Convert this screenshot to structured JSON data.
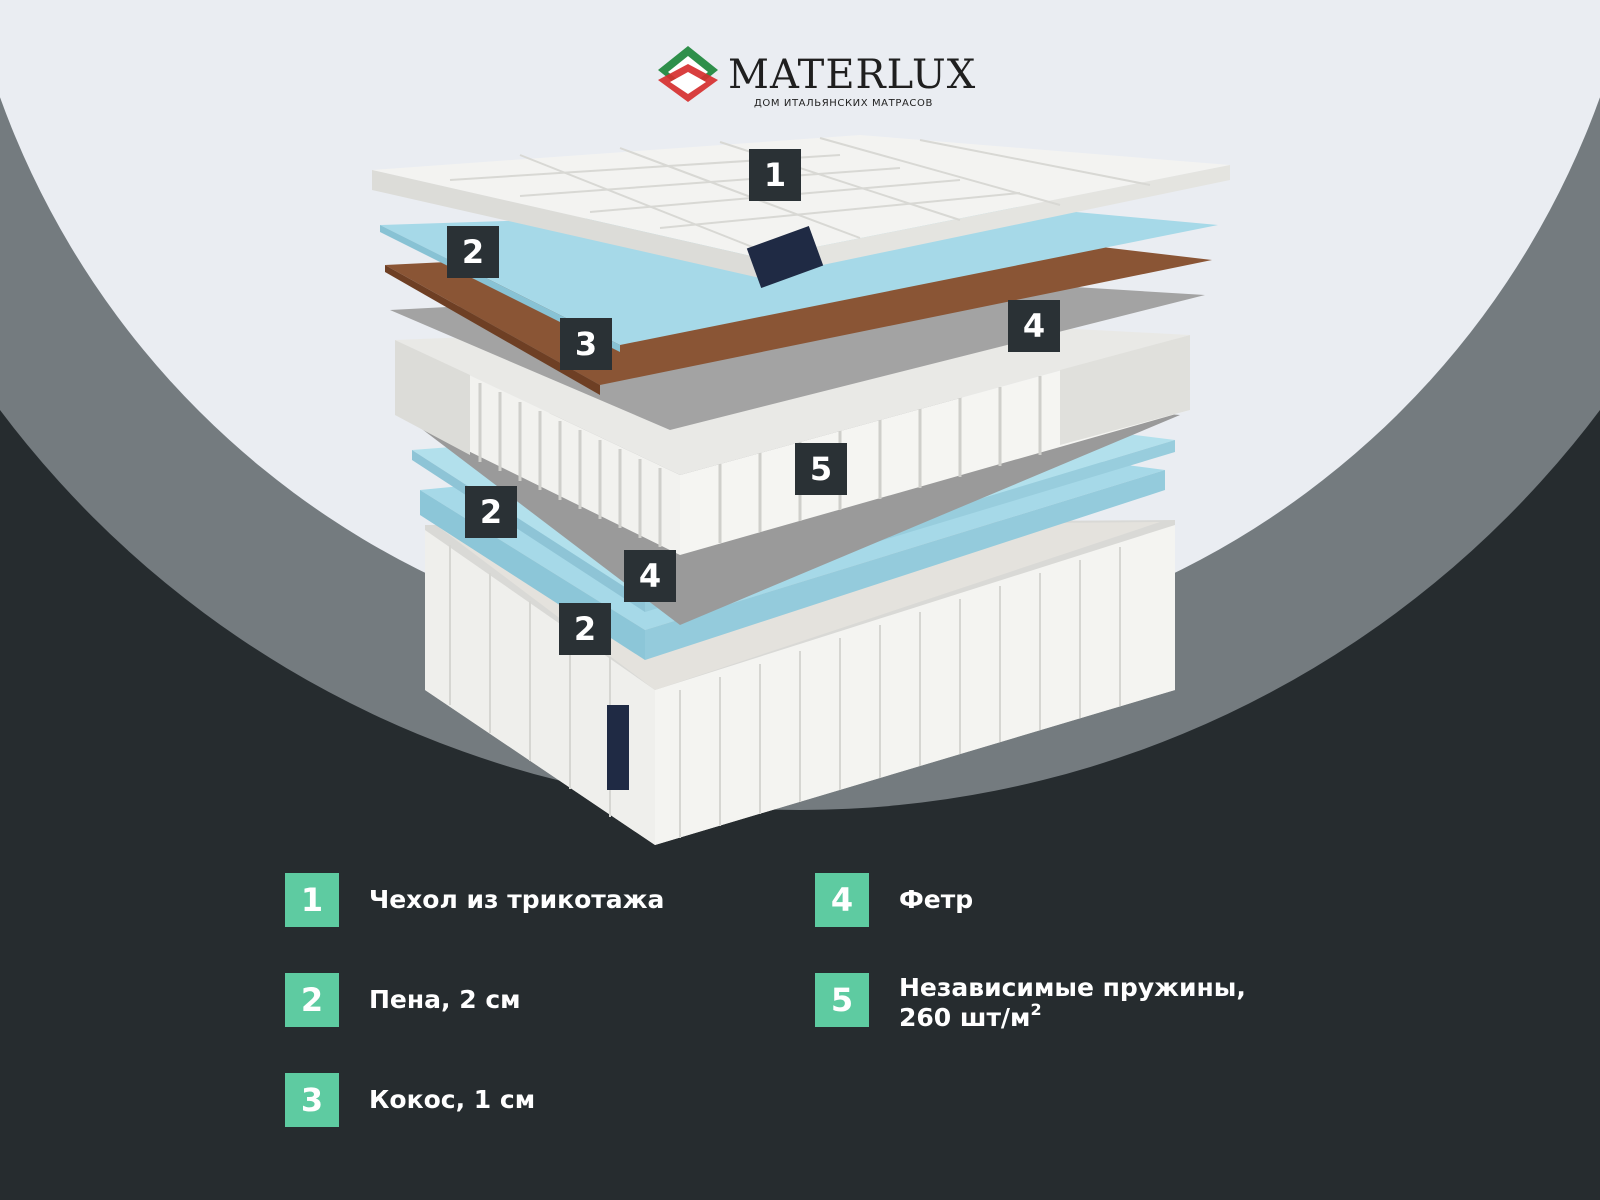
{
  "brand": {
    "name": "MATERLUX",
    "tagline": "ДОМ ИТАЛЬЯНСКИХ МАТРАСОВ"
  },
  "diagram_badges": [
    "1",
    "2",
    "3",
    "4",
    "5",
    "2",
    "4",
    "2"
  ],
  "legend": [
    {
      "number": "1",
      "text": "Чехол из трикотажа"
    },
    {
      "number": "2",
      "text": "Пена, 2 см"
    },
    {
      "number": "3",
      "text": "Кокос, 1 см"
    },
    {
      "number": "4",
      "text": "Фетр"
    },
    {
      "number": "5",
      "text_line1": "Независимые пружины,",
      "text_line2": "260 шт/м",
      "superscript": "2"
    }
  ],
  "colors": {
    "dark_background": "#262c2f",
    "grey_ring": "#747b7f",
    "light_circle": "#eaedf2",
    "accent_green": "#5ecba1",
    "badge_dark": "#2a3135",
    "foam_blue": "#a6d9e8",
    "coconut_brown": "#8a5535",
    "felt_grey": "#9a9a9a"
  }
}
